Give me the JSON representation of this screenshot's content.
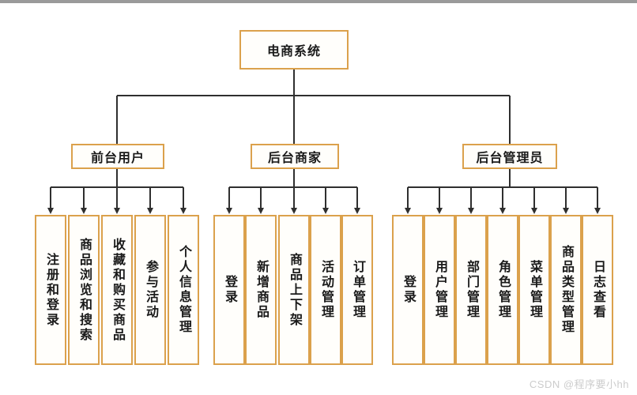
{
  "diagram": {
    "title_node": "电商系统",
    "root": {
      "label": "电商系统"
    },
    "branches": [
      {
        "label": "前台用户",
        "children": [
          "注册和登录",
          "商品浏览和搜索",
          "收藏和购买商品",
          "参与活动",
          "个人信息管理"
        ]
      },
      {
        "label": "后台商家",
        "children": [
          "登录",
          "新增商品",
          "商品上下架",
          "活动管理",
          "订单管理"
        ]
      },
      {
        "label": "后台管理员",
        "children": [
          "登录",
          "用户管理",
          "部门管理",
          "角色管理",
          "菜单管理",
          "商品类型管理",
          "日志查看"
        ]
      }
    ]
  },
  "watermark": {
    "text": "CSDN @程序要小hh"
  },
  "colors": {
    "box_border": "#DBA14C",
    "connector_line": "#2F2F2F",
    "top_bar": "#9A9A9A",
    "watermark_text": "#CCCCCC",
    "label_text": "#1A1A1A"
  }
}
